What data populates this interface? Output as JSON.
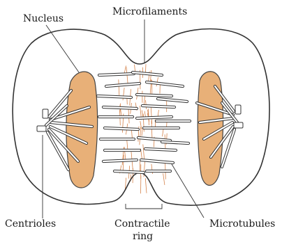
{
  "diagram": {
    "labels": {
      "nucleus": "Nucleus",
      "microfilaments": "Microfilaments",
      "centrioles": "Centrioles",
      "contractile_ring_line1": "Contractile",
      "contractile_ring_line2": "ring",
      "microtubules": "Microtubules"
    },
    "colors": {
      "nucleus_fill": "#e8b078",
      "outline": "#333333",
      "microfilament": "#d4824a",
      "background": "#ffffff"
    }
  }
}
